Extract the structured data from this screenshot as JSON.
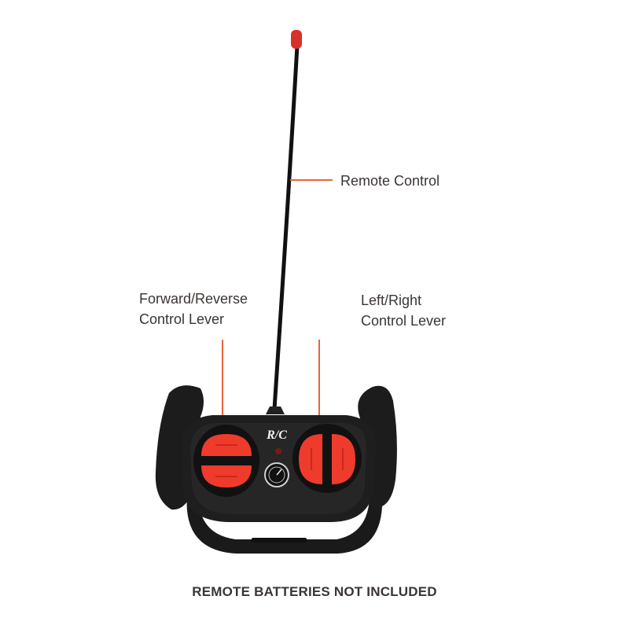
{
  "callouts": {
    "remote_control": "Remote Control",
    "forward_reverse_line1": "Forward/Reverse",
    "forward_reverse_line2": "Control Lever",
    "left_right_line1": "Left/Right",
    "left_right_line2": "Control Lever"
  },
  "device": {
    "logo": "R/C"
  },
  "footer": {
    "notice": "REMOTE BATTERIES NOT INCLUDED"
  },
  "colors": {
    "leader_line": "#e8643c",
    "button_red": "#ef3b2c",
    "body_black": "#1c1c1c",
    "antenna_tip": "#d7322a"
  }
}
